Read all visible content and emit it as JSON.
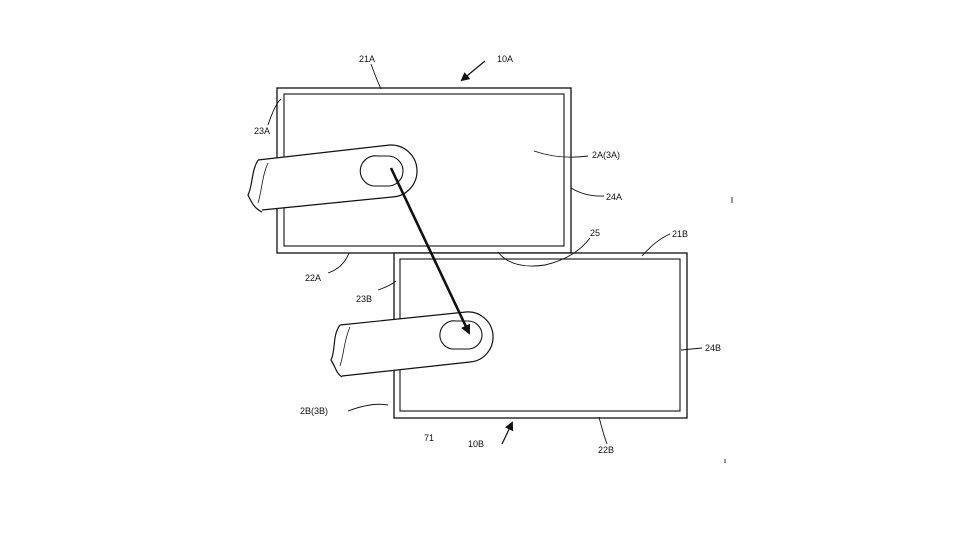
{
  "labels": {
    "device_a": "10A",
    "device_a_top_edge": "21A",
    "device_a_bottom_edge": "22A",
    "device_a_left_edge": "23A",
    "device_a_right_edge": "24A",
    "screen_a": "2A(3A)",
    "device_b": "10B",
    "device_b_top_edge": "21B",
    "device_b_bottom_edge": "22B",
    "device_b_left_edge": "23B",
    "device_b_right_edge": "24B",
    "screen_b": "2B(3B)",
    "gap": "25",
    "ref_71": "71"
  },
  "colors": {
    "line": "#111111",
    "background": "#ffffff"
  }
}
